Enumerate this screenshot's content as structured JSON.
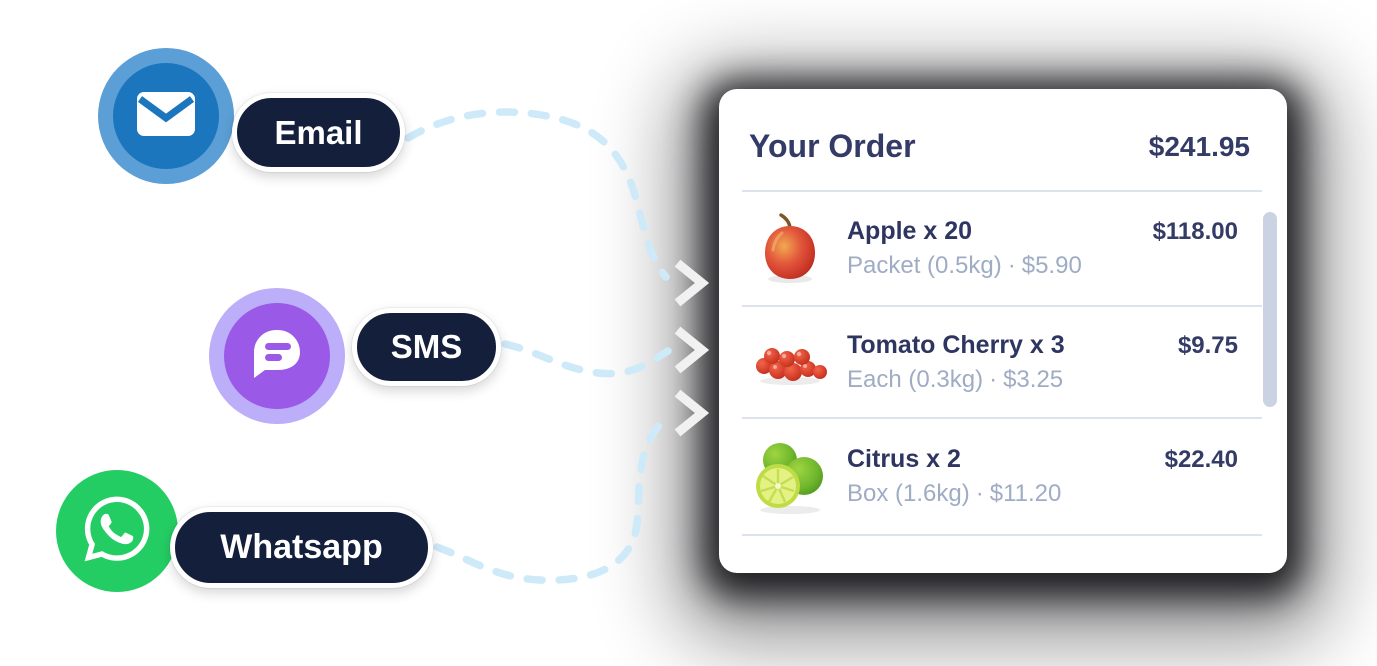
{
  "channels": [
    {
      "id": "email",
      "label": "Email"
    },
    {
      "id": "sms",
      "label": "SMS"
    },
    {
      "id": "whatsapp",
      "label": "Whatsapp"
    }
  ],
  "colors": {
    "pill_bg": "#141F3C",
    "email_ring": "#5C9FD6",
    "email_inner": "#1B76BE",
    "sms_ring": "#BCAEF9",
    "sms_inner": "#9B59E8",
    "whatsapp_green": "#24CD63",
    "connector": "#CEEAF8",
    "title_text": "#343B66",
    "subtitle_text": "#9FACC4",
    "divider": "#DCE2EE",
    "scrollbar": "#CBD3E3"
  },
  "order_card": {
    "title": "Your Order",
    "total": "$241.95",
    "items": [
      {
        "image": "apple",
        "name": "Apple x 20",
        "pack": "Packet (0.5kg)",
        "separator": "·",
        "unit_price": "$5.90",
        "price": "$118.00"
      },
      {
        "image": "cherry-tomatoes",
        "name": "Tomato Cherry x 3",
        "pack": "Each (0.3kg)",
        "separator": "·",
        "unit_price": "$3.25",
        "price": "$9.75"
      },
      {
        "image": "limes",
        "name": "Citrus x 2",
        "pack": "Box (1.6kg)",
        "separator": "·",
        "unit_price": "$11.20",
        "price": "$22.40"
      }
    ]
  }
}
